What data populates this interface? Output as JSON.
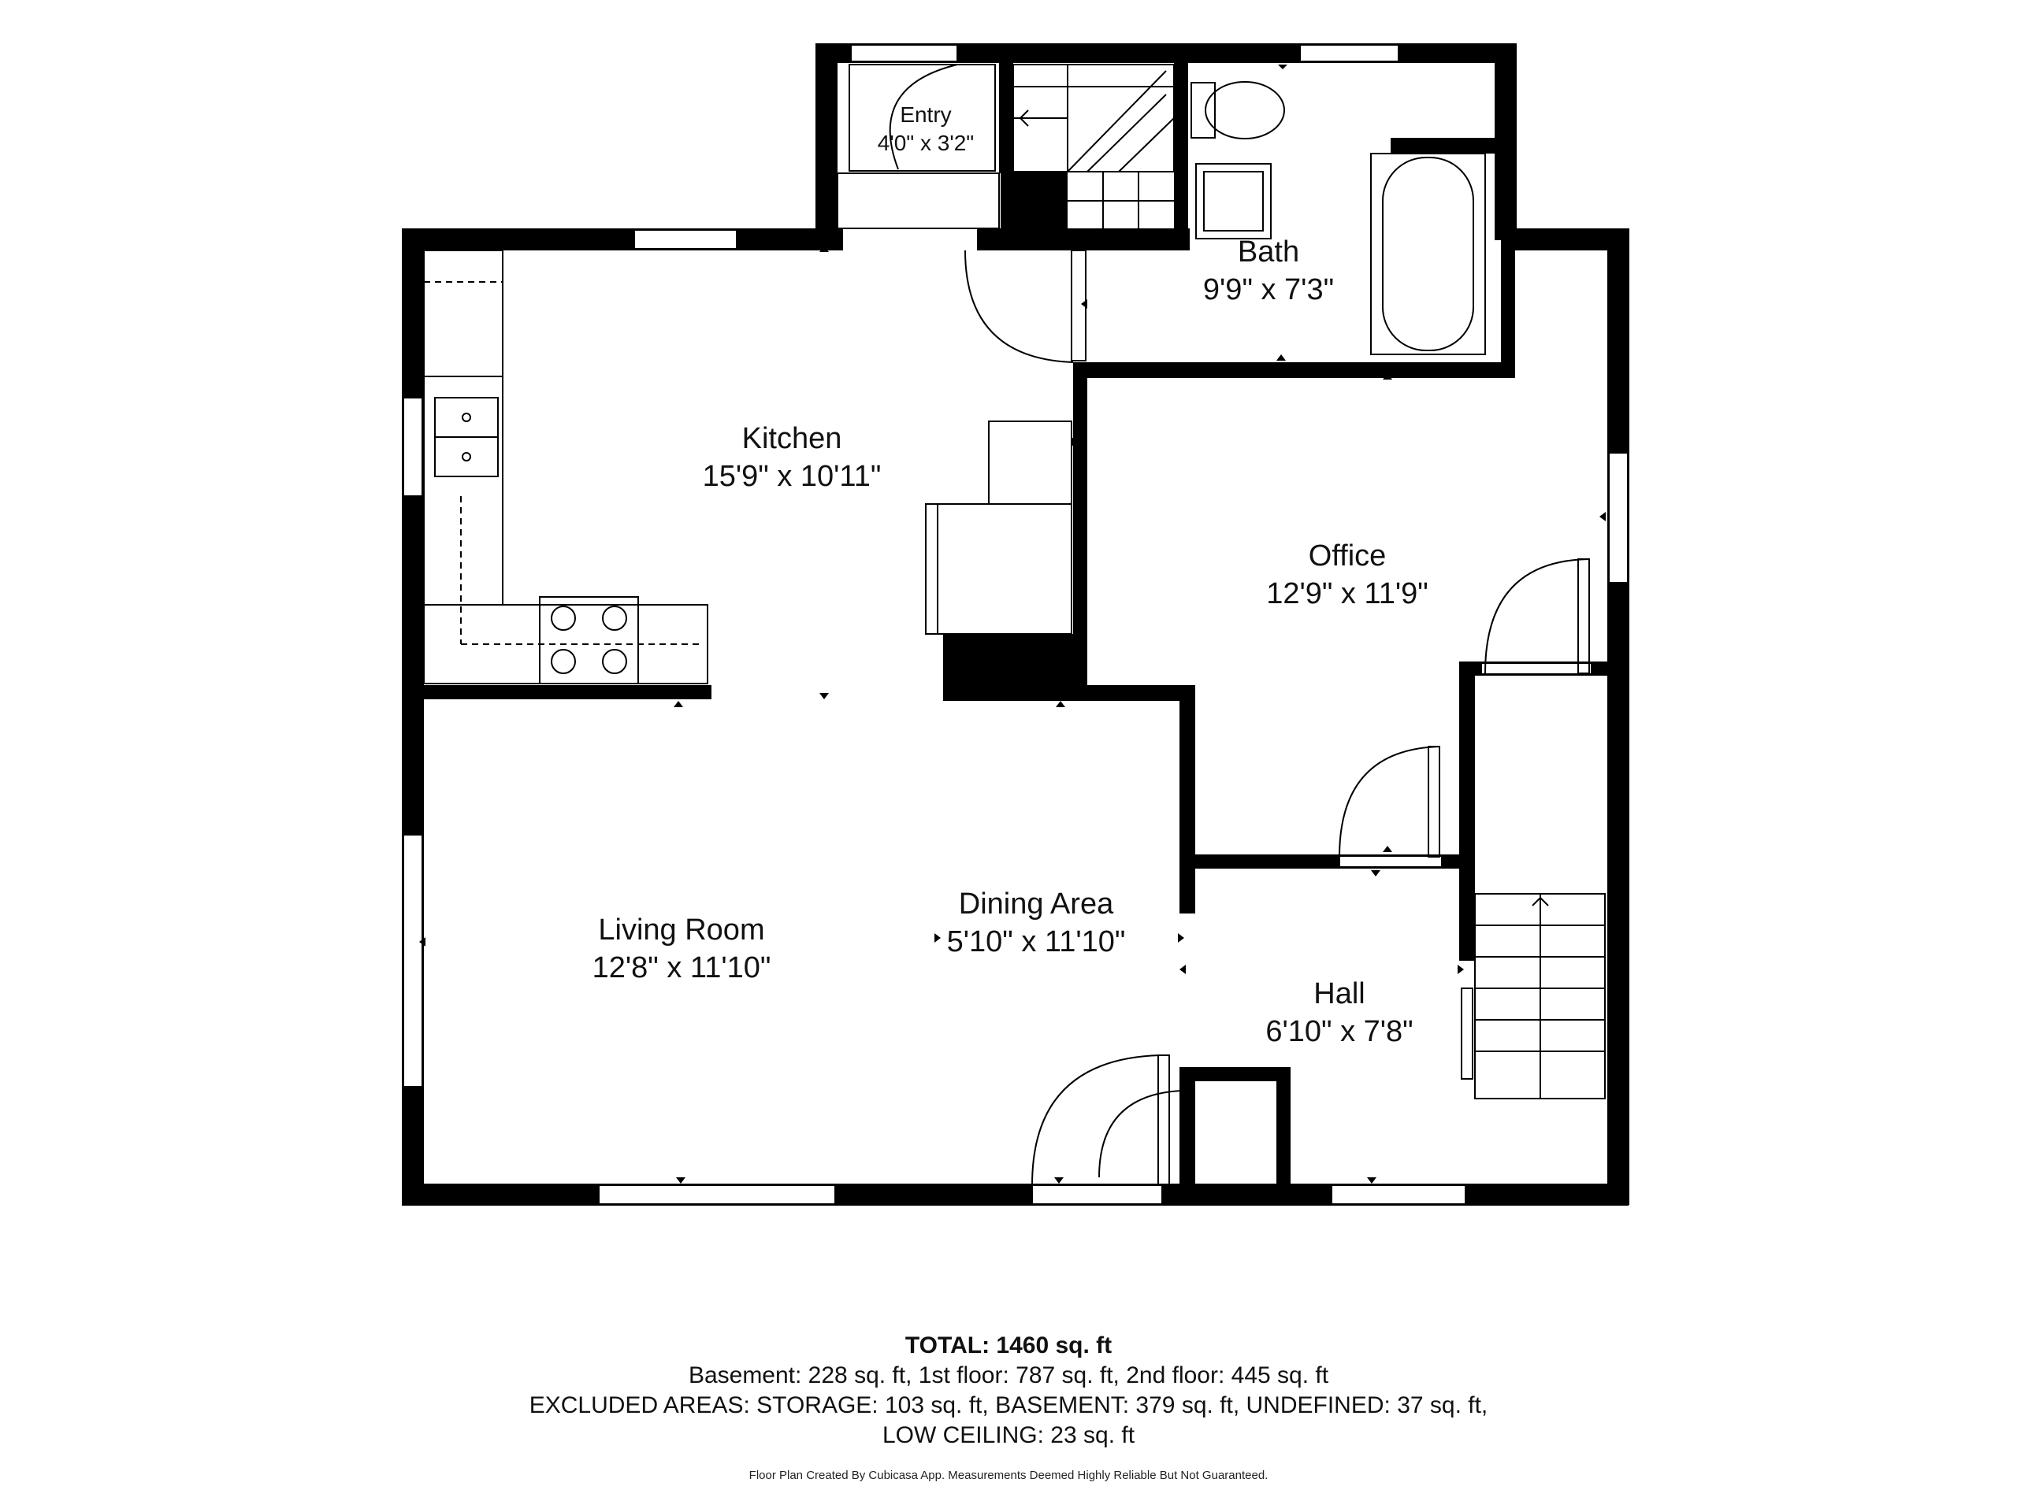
{
  "rooms": {
    "entry": {
      "name": "Entry",
      "dims": "4'0\" x 3'2\""
    },
    "bath": {
      "name": "Bath",
      "dims": "9'9\" x 7'3\""
    },
    "kitchen": {
      "name": "Kitchen",
      "dims": "15'9\" x 10'11\""
    },
    "office": {
      "name": "Office",
      "dims": "12'9\" x 11'9\""
    },
    "living_room": {
      "name": "Living Room",
      "dims": "12'8\" x 11'10\""
    },
    "dining_area": {
      "name": "Dining Area",
      "dims": "5'10\" x 11'10\""
    },
    "hall": {
      "name": "Hall",
      "dims": "6'10\" x 7'8\""
    }
  },
  "summary": {
    "total": "TOTAL: 1460 sq. ft",
    "line1": "Basement: 228 sq. ft, 1st floor: 787 sq. ft, 2nd floor: 445 sq. ft",
    "line2": "EXCLUDED AREAS: STORAGE: 103 sq. ft, BASEMENT: 379 sq. ft, UNDEFINED: 37 sq. ft,",
    "line3": "LOW CEILING: 23 sq. ft"
  },
  "credit": "Floor Plan Created By Cubicasa App. Measurements Deemed Highly Reliable But Not Guaranteed.",
  "colors": {
    "wall": "#000000",
    "background": "#ffffff",
    "fixture_stroke": "#000000"
  }
}
